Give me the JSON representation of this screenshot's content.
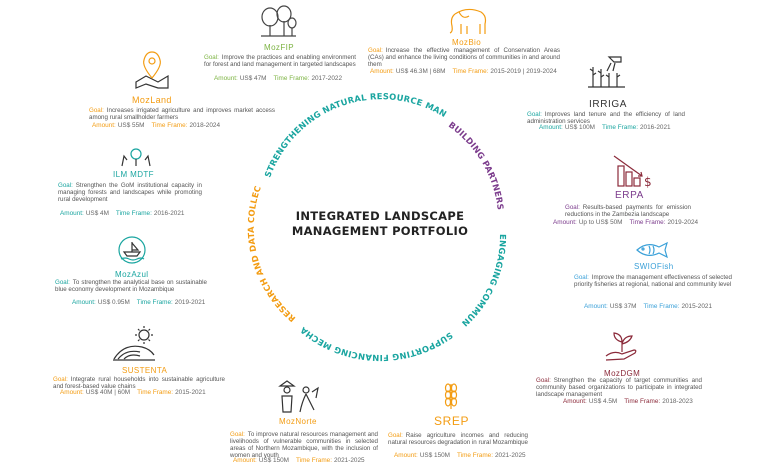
{
  "center": {
    "line1": "INTEGRATED LANDSCAPE",
    "line2": "MANAGEMENT PORTFOLIO"
  },
  "pillars": [
    {
      "text": "STRENGTHENING NATURAL RESOURCE MANAGEMENT",
      "color": "#1aa5a0"
    },
    {
      "text": "BUILDING PARTNERSHIPS",
      "color": "#7b3b8c"
    },
    {
      "text": "ENGAGING COMMUNITIES",
      "color": "#1aa5a0"
    },
    {
      "text": "SUPPORTING FINANCING MECHANISMS",
      "color": "#1aa5a0"
    },
    {
      "text": "RESEARCH AND DATA COLLECTION",
      "color": "#f39c12"
    }
  ],
  "labels": {
    "goal": "Goal:",
    "amount": "Amount:",
    "timeframe": "Time Frame:"
  },
  "projects": {
    "mozfip": {
      "name": "MozFIP",
      "goal": "Improve the practices and enabling environment for forest and land management in targeted landscapes",
      "amount": "US$ 47M",
      "timeframe": "2017-2022"
    },
    "mozbio": {
      "name": "MozBio",
      "goal": "Increase the effective management of Conservation Areas (CAs) and enhance the living conditions of communities in and around them",
      "amount": "US$ 46.3M | 68M",
      "timeframe": "2015-2019 | 2019-2024"
    },
    "irriga": {
      "name": "IRRIGA",
      "goal": "Improves land tenure and the efficiency of land administration services",
      "amount": "US$ 100M",
      "timeframe": "2016-2021"
    },
    "erpa": {
      "name": "ERPA",
      "goal": "Results-based payments for emission reductions in the Zambezia landscape",
      "amount": "Up to US$ 50M",
      "timeframe": "2019-2024"
    },
    "swiofish": {
      "name": "SWIOFish",
      "goal": "Improve the management effectiveness of selected priority fisheries at regional, national and community level",
      "amount": "US$ 37M",
      "timeframe": "2015-2021"
    },
    "mozdgm": {
      "name": "MozDGM",
      "goal": "Strengthen the capacity of target communities and community based organizations to participate in integrated landscape management",
      "amount": "US$ 4.5M",
      "timeframe": "2018-2023"
    },
    "srep": {
      "name": "SREP",
      "goal": "Raise agriculture incomes and reducing natural resources degradation in rural Mozambique",
      "amount": "US$ 150M",
      "timeframe": "2021-2025"
    },
    "moznorte": {
      "name": "MozNorte",
      "goal": "To improve natural resources management and livelihoods of vulnerable communities in selected areas of Northern Mozambique, with the inclusion of women and youth",
      "amount": "US$ 150M",
      "timeframe": "2021-2025"
    },
    "sustenta": {
      "name": "SUSTENTA",
      "goal": "Integrate rural households into sustainable agriculture and forest-based value chains",
      "amount": "US$ 40M | 60M",
      "timeframe": "2015-2021"
    },
    "mozazul": {
      "name": "MozAzul",
      "goal": "To strengthen the analytical base on sustainable blue economy development in Mozambique",
      "amount": "US$ 0.95M",
      "timeframe": "2019-2021"
    },
    "ilmmdtf": {
      "name": "ILM MDTF",
      "goal": "Strengthen the GoM institutional capacity in managing forests and landscapes while promoting rural development",
      "amount": "US$ 4M",
      "timeframe": "2016-2021"
    },
    "mozland": {
      "name": "MozLand",
      "goal": "Increases irrigated agriculture and improves market access among rural smallholder farmers",
      "amount": "US$ 55M",
      "timeframe": "2018-2024"
    }
  }
}
